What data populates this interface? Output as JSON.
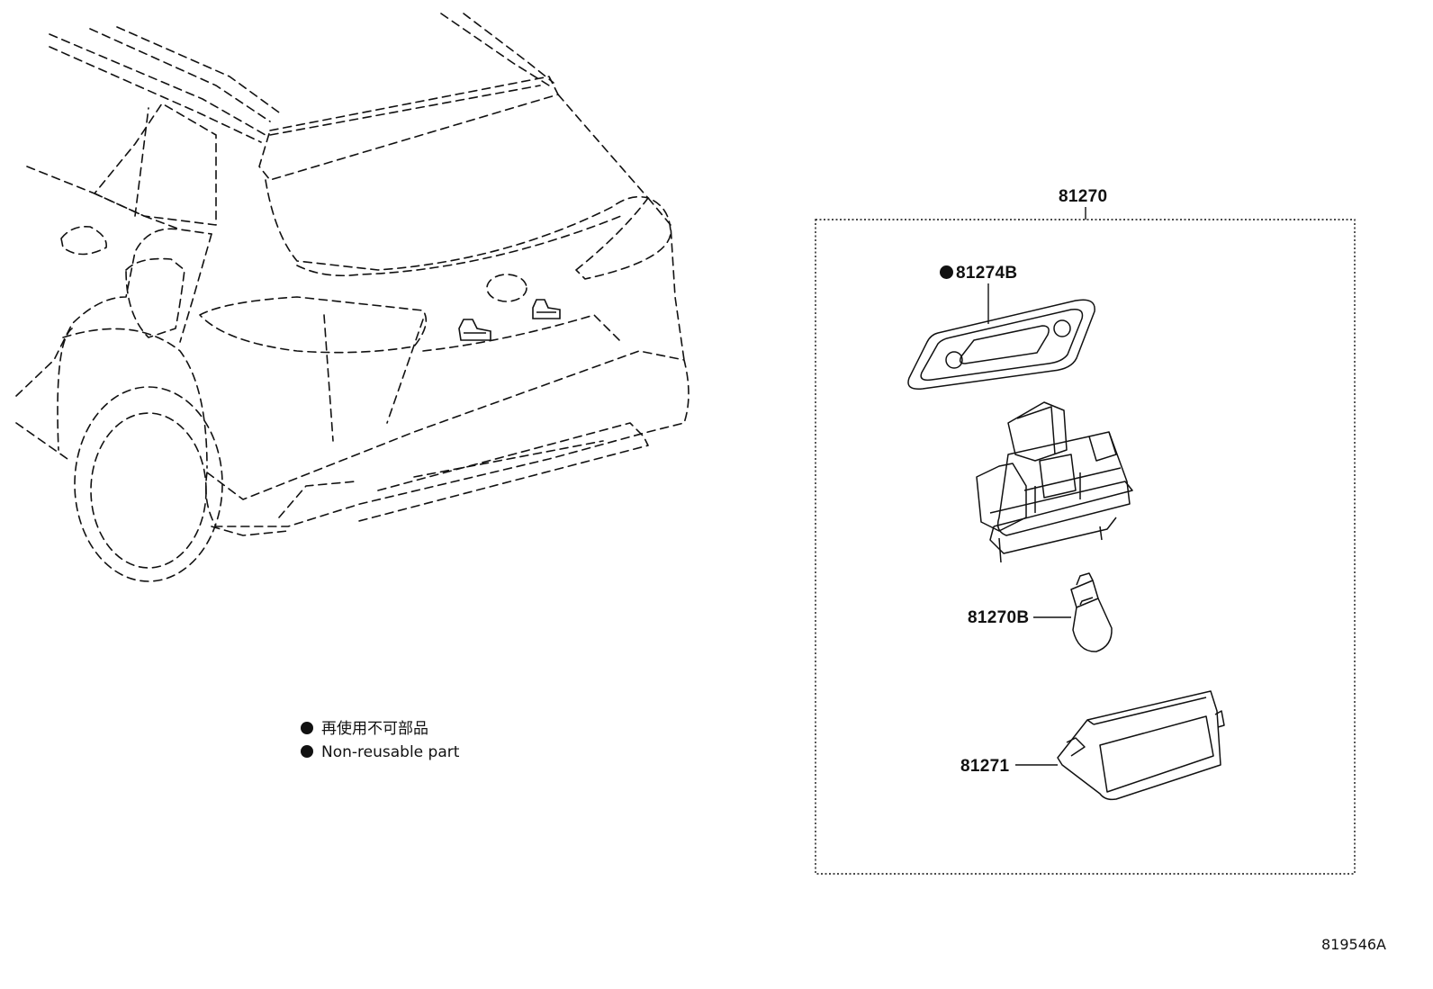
{
  "assembly": {
    "part_number": "81270"
  },
  "parts": [
    {
      "part_number": "81274B",
      "non_reusable": true
    },
    {
      "part_number": "81270B",
      "non_reusable": false
    },
    {
      "part_number": "81271",
      "non_reusable": false
    }
  ],
  "legend": [
    {
      "text": "再使用不可部品"
    },
    {
      "text": "Non-reusable part"
    }
  ],
  "figure_code": "819546A"
}
